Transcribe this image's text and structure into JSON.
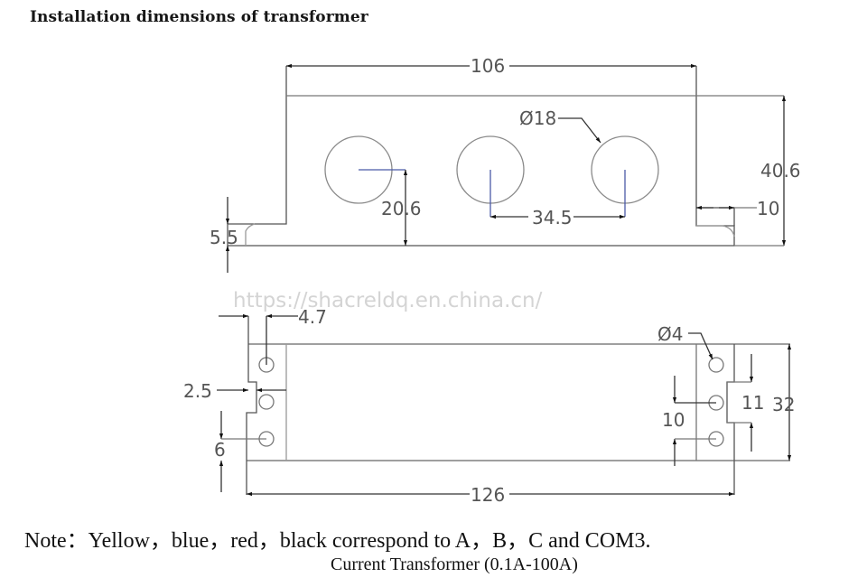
{
  "title": "Installation dimensions of transformer",
  "watermark": "https://shacreldq.en.china.cn/",
  "top_view": {
    "overall_width": "106",
    "height": "40.6",
    "hole_diameter": "Ø18",
    "hole_center_height": "20.6",
    "hole_spacing": "34.5",
    "flange_thickness": "5.5",
    "flange_width": "10",
    "hole_count": 3
  },
  "bottom_view": {
    "overall_length": "126",
    "width": "32",
    "mount_hole_diameter": "Ø4",
    "left_offset": "4.7",
    "left_step": "2.5",
    "left_hole_offset": "6",
    "right_hole_spacing": "10",
    "right_tab_width": "11"
  },
  "note": "Note：Yellow，blue，red，black correspond to A，B，C and COM3.",
  "subtitle": "Current Transformer (0.1A-100A)",
  "colors": {
    "line": "#444444",
    "light_line": "#9a9a9a",
    "center_line": "#4a5aa8",
    "text": "#555555"
  }
}
